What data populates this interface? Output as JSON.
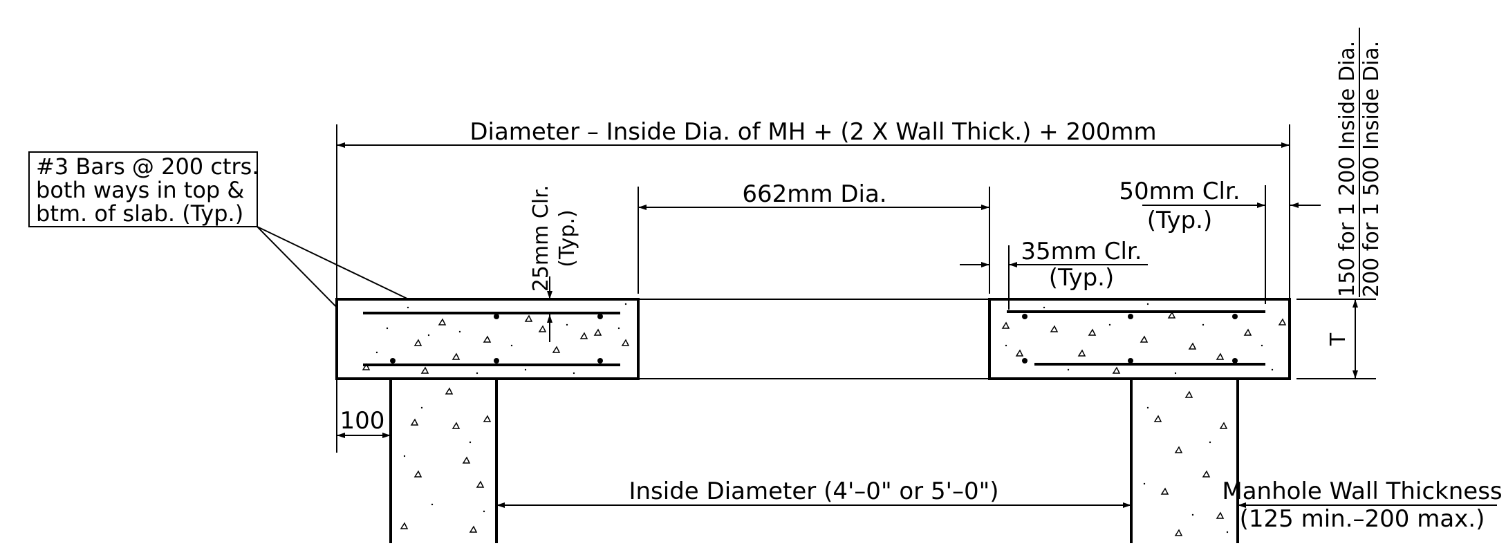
{
  "title_dimension": "Diameter – Inside Dia. of MH + (2 X Wall Thick.) + 200mm",
  "rebar_note": {
    "lines": [
      "#3 Bars @ 200 ctrs.",
      "both ways in top &",
      "btm. of slab. (Typ.)"
    ]
  },
  "opening_dimension": "662mm Dia.",
  "top_clearance": {
    "line1": "25mm Clr.",
    "line2": "(Typ.)"
  },
  "edge_clearance": {
    "line1": "50mm Clr.",
    "line2": "(Typ.)"
  },
  "opening_clearance": {
    "line1": "35mm Clr.",
    "line2": "(Typ.)"
  },
  "slab_thickness_label": "T",
  "thickness_notes": {
    "line1": "150 for 1 200 Inside Dia.",
    "line2": "200 for 1 500 Inside Dia."
  },
  "wall_offset": "100",
  "inside_diameter": "Inside Diameter (4'–0\" or 5'–0\")",
  "wall_thickness": {
    "line1": "Manhole Wall Thickness",
    "line2": "(125 min.–200 max.)"
  },
  "colors": {
    "ink": "#000000",
    "paper": "#ffffff"
  }
}
